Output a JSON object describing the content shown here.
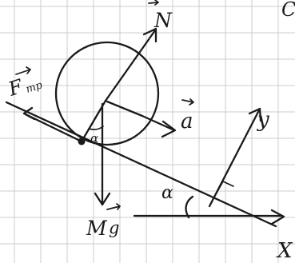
{
  "labels": {
    "normal_force": "N",
    "friction_force": "F",
    "friction_subscript": "тр",
    "acceleration": "a",
    "axis_y": "y",
    "axis_x": "X",
    "angle_lower": "α",
    "angle_contact": "α",
    "gravity_mass": "M",
    "gravity_g": "g",
    "corner_letter": "C"
  },
  "colors": {
    "ink": "#1a1a1a",
    "grid": "#c9ccd2",
    "paper": "#ffffff"
  }
}
